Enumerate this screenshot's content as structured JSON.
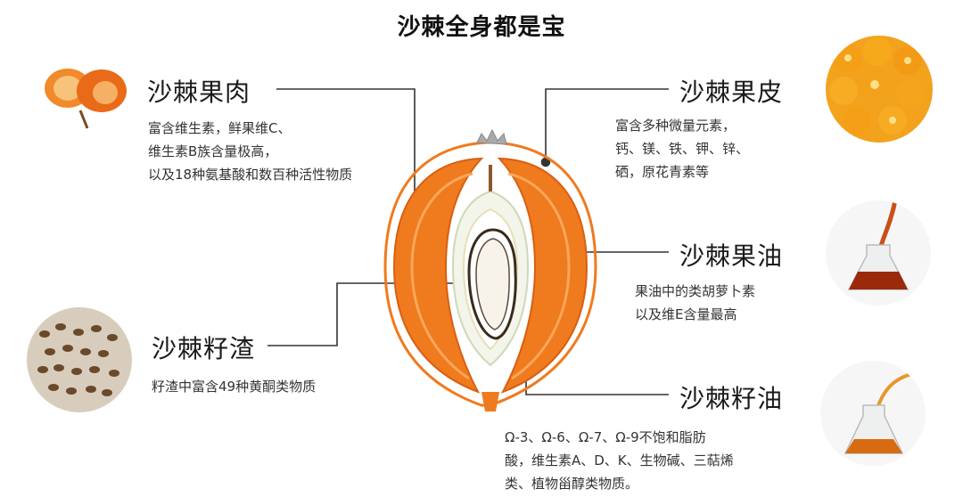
{
  "title": "沙棘全身都是宝",
  "sections": {
    "flesh": {
      "label": "沙棘果肉",
      "lines": [
        "富含维生素，鲜果维C、",
        "维生素B族含量极高，",
        "以及18种氨基酸和数百种活性物质"
      ]
    },
    "peel": {
      "label": "沙棘果皮",
      "lines": [
        "富含多种微量元素，",
        "钙、镁、铁、钾、锌、",
        "硒，原花青素等"
      ]
    },
    "fruit_oil": {
      "label": "沙棘果油",
      "lines": [
        "果油中的类胡萝卜素",
        "以及维E含量最高"
      ]
    },
    "seed_residue": {
      "label": "沙棘籽渣",
      "lines": [
        "籽渣中富含49种黄酮类物质"
      ]
    },
    "seed_oil": {
      "label": "沙棘籽油",
      "lines": [
        "Ω-3、Ω-6、Ω-7、Ω-9不饱和脂肪",
        "酸，维生素A、D、K、生物碱、三萜烯",
        "类、植物甾醇类物质。"
      ]
    }
  },
  "colors": {
    "orange": "#f07a1e",
    "dark_orange": "#e0661a",
    "line": "#333333"
  },
  "icons": {
    "flesh_photo": "cut-sea-buckthorn-berry",
    "peel_photo": "sea-buckthorn-berries-cluster",
    "seed_residue_photo": "seed-pile",
    "fruit_oil_photo": "oil-flask",
    "seed_oil_photo": "oil-flask-pour"
  }
}
